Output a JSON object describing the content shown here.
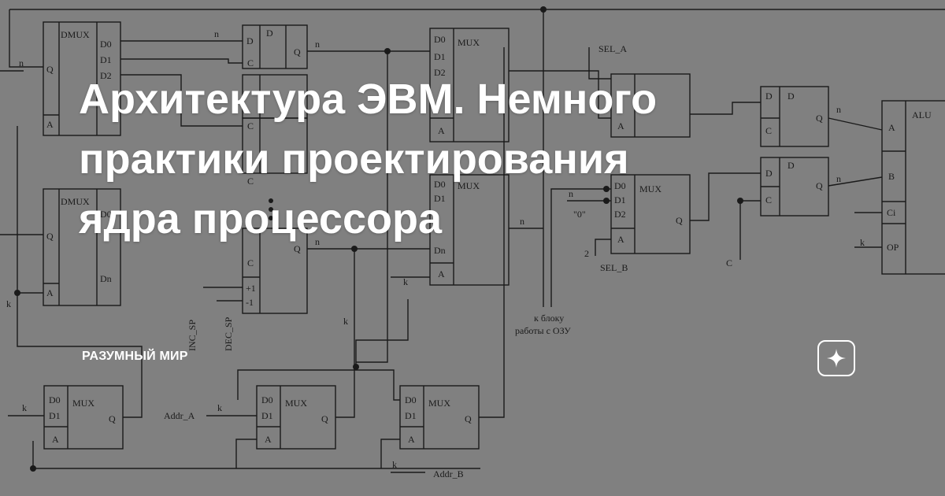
{
  "title_lines": [
    "Архитектура ЭВМ. Немного",
    "практики проектирования",
    "ядра процессора"
  ],
  "channel_name": "РАЗУМНЫЙ МИР",
  "star_icon": "sparkle-star-icon",
  "schematic": {
    "dmux": "DMUX",
    "mux": "MUX",
    "d": "D",
    "q": "Q",
    "c": "C",
    "a": "A",
    "b": "B",
    "alu": "ALU",
    "ci": "Ci",
    "op": "OP",
    "d0": "D0",
    "d1": "D1",
    "d2": "D2",
    "dn": "Dn",
    "n": "n",
    "k": "k",
    "two": "2",
    "plus1": "+1",
    "minus1": "-1",
    "zero": "\"0\"",
    "sel_a": "SEL_A",
    "sel_b": "SEL_B",
    "addr_a": "Addr_A",
    "addr_b": "Addr_B",
    "inc_sp": "INC_SP",
    "dec_sp": "DEC_SP",
    "ram_note_1": "к блоку",
    "ram_note_2": "работы с ОЗУ"
  }
}
